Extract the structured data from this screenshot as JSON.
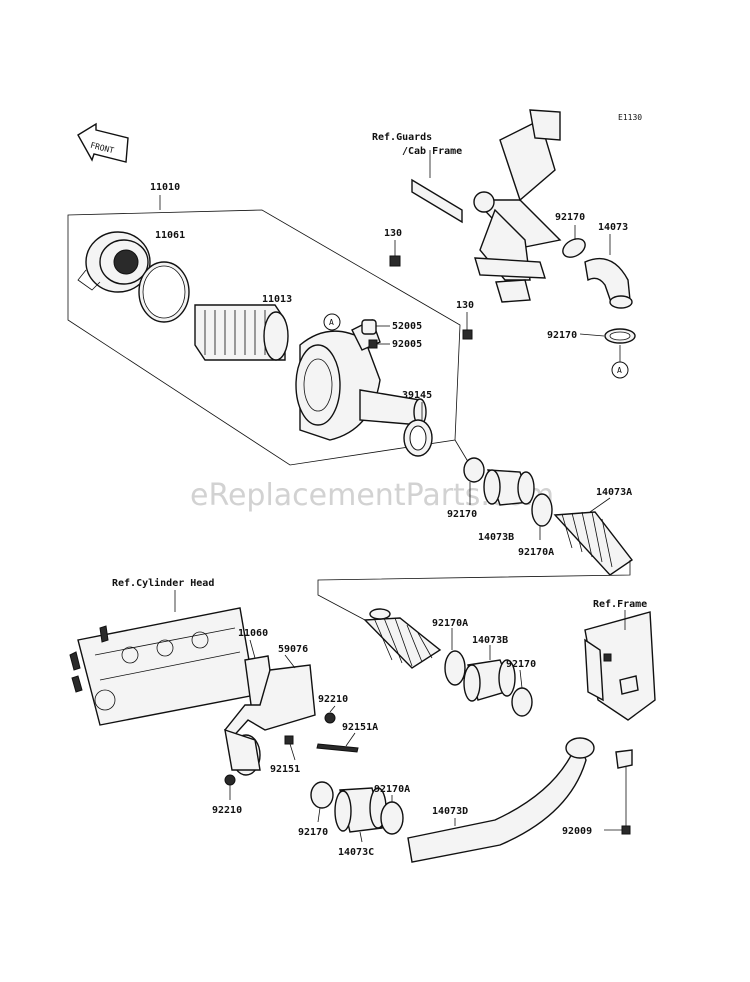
{
  "diagram": {
    "code": "E1130",
    "front_label": "FRONT",
    "watermark": "eReplacementParts.com",
    "refs": {
      "guards": "Ref.Guards",
      "cab_frame": "/Cab Frame",
      "cylinder_head": "Ref.Cylinder Head",
      "frame": "Ref.Frame"
    },
    "markers": {
      "a": "A"
    },
    "parts": {
      "p11010": "11010",
      "p11061": "11061",
      "p11013": "11013",
      "p130a": "130",
      "p130b": "130",
      "p52005": "52005",
      "p92005": "92005",
      "p39145": "39145",
      "p92170_top": "92170",
      "p14073": "14073",
      "p92170_mid": "92170",
      "p92170_b": "92170",
      "p14073B_a": "14073B",
      "p92170A_a": "92170A",
      "p14073A": "14073A",
      "p11060": "11060",
      "p59076": "59076",
      "p92210_a": "92210",
      "p92151A": "92151A",
      "p92151": "92151",
      "p92210_b": "92210",
      "p92170A_b": "92170A",
      "p14073B_b": "14073B",
      "p92170_c": "92170",
      "p92170A_c": "92170A",
      "p92170_d": "92170",
      "p14073C": "14073C",
      "p14073D": "14073D",
      "p92009": "92009"
    }
  }
}
